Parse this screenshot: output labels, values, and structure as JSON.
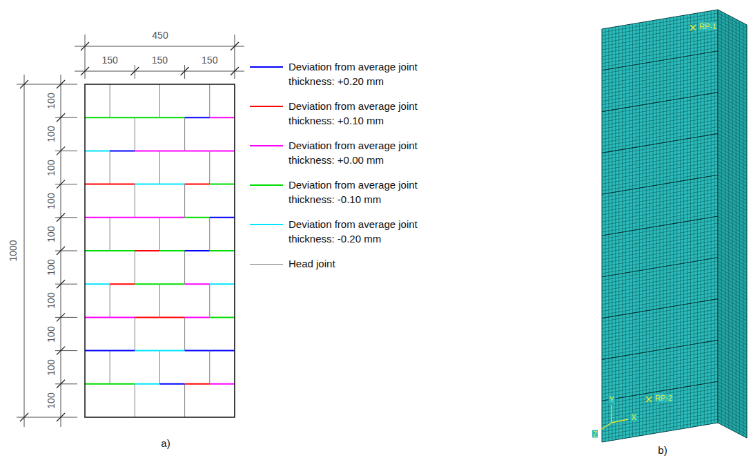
{
  "diagram": {
    "labels": [
      "450",
      "150",
      "150",
      "150",
      "1000",
      "100",
      "100",
      "100",
      "100",
      "100",
      "100",
      "100",
      "100",
      "100",
      "100",
      "a)",
      "RP-1",
      "RP-2",
      "Y",
      "Z",
      "X",
      "b)"
    ],
    "legend": [
      {
        "text": "Deviation from average joint thickness: +0.20 mm",
        "color": "#0000ff"
      },
      {
        "text": "Deviation from average joint thickness: +0.10 mm",
        "color": "#ff0000"
      },
      {
        "text": "Deviation from average joint thickness: +0.00 mm",
        "color": "#ff00ff"
      },
      {
        "text": "Deviation from average joint thickness: -0.10 mm",
        "color": "#00dd00"
      },
      {
        "text": "Deviation from average joint thickness: -0.20 mm",
        "color": "#00e5ff"
      },
      {
        "text": "Head joint",
        "color": "#808080"
      }
    ]
  }
}
